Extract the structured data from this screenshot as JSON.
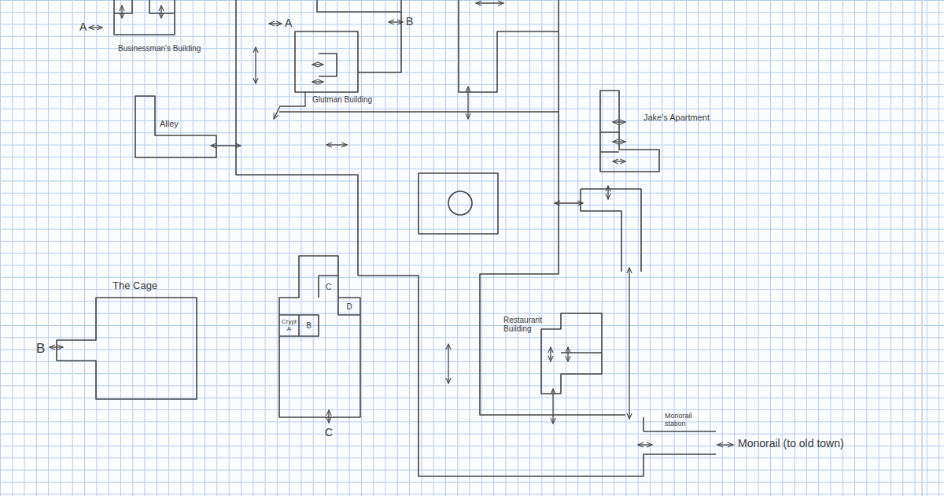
{
  "diagram": {
    "nodes": [
      {
        "text": [
          "Businessman's Building"
        ]
      },
      {
        "text": [
          "Glutman Building"
        ]
      },
      {
        "text": [
          "Alley"
        ]
      },
      {
        "text": [
          "Jake's Apartment"
        ]
      },
      {
        "text": [
          "The Cage"
        ]
      },
      {
        "text": [
          "C"
        ]
      },
      {
        "text": [
          "D"
        ]
      },
      {
        "text": [
          "Crypt A"
        ]
      },
      {
        "text": [
          "B"
        ]
      },
      {
        "text": [
          "Restaurant Building"
        ]
      },
      {
        "text": [
          "Monorail station"
        ]
      }
    ],
    "labels": [
      "A",
      "A",
      "B",
      "B",
      "C",
      "Monorail (to old town)"
    ]
  }
}
